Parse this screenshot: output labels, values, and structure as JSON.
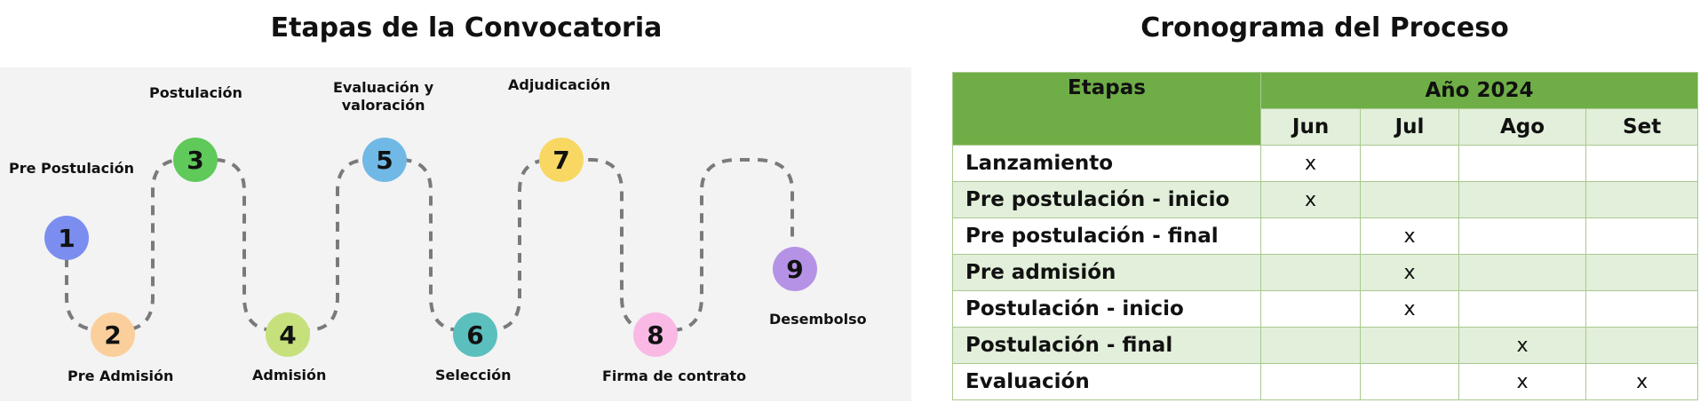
{
  "left": {
    "title": "Etapas de la Convocatoria",
    "stages": [
      {
        "num": "1",
        "label": "Pre Postulación",
        "color": "#7b8ef0"
      },
      {
        "num": "2",
        "label": "Pre Admisión",
        "color": "#fbcf9c"
      },
      {
        "num": "3",
        "label": "Postulación",
        "color": "#5fc95a"
      },
      {
        "num": "4",
        "label": "Admisión",
        "color": "#c6e17c"
      },
      {
        "num": "5",
        "label": "Evaluación y valoración",
        "color": "#70b9e6"
      },
      {
        "num": "6",
        "label": "Selección",
        "color": "#5bbfbe"
      },
      {
        "num": "7",
        "label": "Adjudicación",
        "color": "#f8d862"
      },
      {
        "num": "8",
        "label": "Firma de contrato",
        "color": "#f9b9e4"
      },
      {
        "num": "9",
        "label": "Desembolso",
        "color": "#b592e6"
      }
    ],
    "label_eval_line1": "Evaluación y",
    "label_eval_line2": "valoración"
  },
  "right": {
    "title": "Cronograma del Proceso",
    "header_stage": "Etapas",
    "header_year": "Año 2024",
    "months": [
      "Jun",
      "Jul",
      "Ago",
      "Set"
    ],
    "rows": [
      {
        "stage": "Lanzamiento",
        "marks": [
          "x",
          "",
          "",
          ""
        ]
      },
      {
        "stage": "Pre postulación - inicio",
        "marks": [
          "x",
          "",
          "",
          ""
        ]
      },
      {
        "stage": "Pre postulación - final",
        "marks": [
          "",
          "x",
          "",
          ""
        ]
      },
      {
        "stage": "Pre admisión",
        "marks": [
          "",
          "x",
          "",
          ""
        ]
      },
      {
        "stage": "Postulación - inicio",
        "marks": [
          "",
          "x",
          "",
          ""
        ]
      },
      {
        "stage": "Postulación - final",
        "marks": [
          "",
          "",
          "x",
          ""
        ]
      },
      {
        "stage": "Evaluación",
        "marks": [
          "",
          "",
          "x",
          "x"
        ]
      }
    ],
    "header_color": "#6fae47",
    "stripe_color": "#e2efda"
  }
}
